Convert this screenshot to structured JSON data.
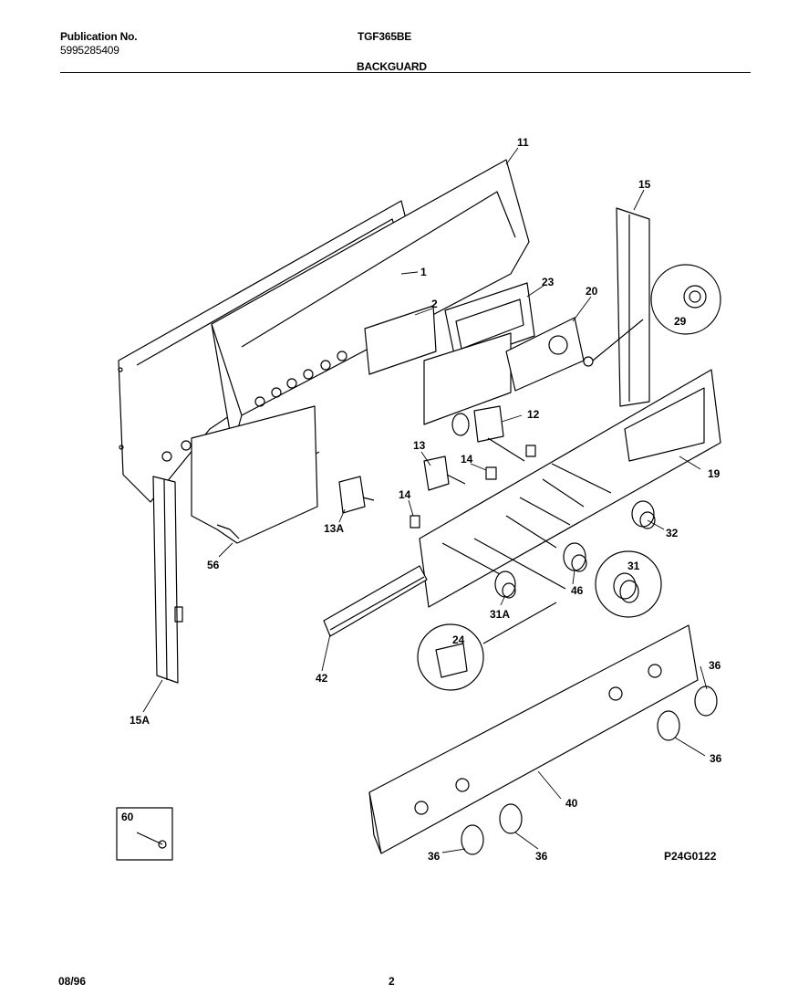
{
  "header": {
    "publication_label": "Publication No.",
    "publication_number": "5995285409",
    "model": "TGF365BE",
    "section": "BACKGUARD"
  },
  "callouts": [
    "11",
    "1",
    "2",
    "23",
    "20",
    "15",
    "29",
    "12",
    "13",
    "14",
    "14",
    "13A",
    "56",
    "19",
    "32",
    "31",
    "46",
    "31A",
    "24",
    "42",
    "15A",
    "36",
    "36",
    "40",
    "36",
    "36",
    "60"
  ],
  "drawing_code": "P24G0122",
  "footer": {
    "date": "08/96",
    "page": "2"
  }
}
